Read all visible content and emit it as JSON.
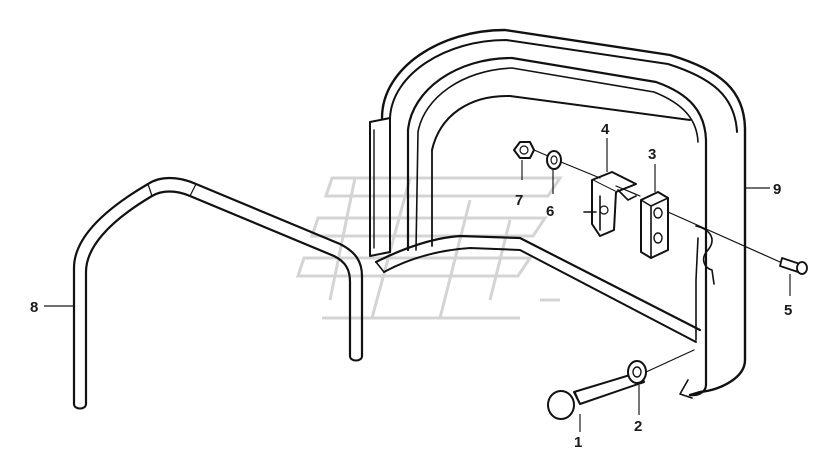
{
  "figure": {
    "type": "exploded parts diagram",
    "line_color": "#111111",
    "background": "#ffffff",
    "watermark_color": "#d4d4d4"
  },
  "callouts": [
    {
      "id": "c1",
      "label": "1",
      "part": "bolt"
    },
    {
      "id": "c2",
      "label": "2",
      "part": "washer"
    },
    {
      "id": "c3",
      "label": "3",
      "part": "block"
    },
    {
      "id": "c4",
      "label": "4",
      "part": "bracket"
    },
    {
      "id": "c5",
      "label": "5",
      "part": "screw"
    },
    {
      "id": "c6",
      "label": "6",
      "part": "washer"
    },
    {
      "id": "c7",
      "label": "7",
      "part": "nut"
    },
    {
      "id": "c8",
      "label": "8",
      "part": "handle"
    },
    {
      "id": "c9",
      "label": "9",
      "part": "cover"
    }
  ]
}
